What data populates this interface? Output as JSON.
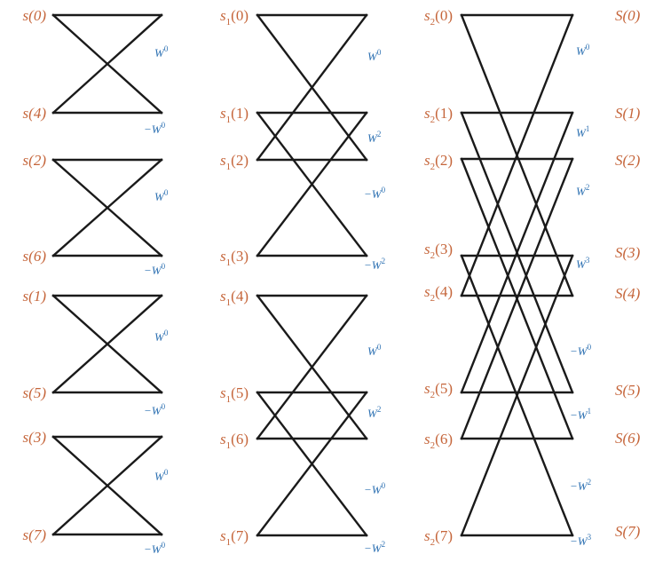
{
  "stage1": {
    "inputs": [
      "s(0)",
      "s(4)",
      "s(2)",
      "s(6)",
      "s(1)",
      "s(5)",
      "s(3)",
      "s(7)"
    ],
    "twiddles": [
      "W",
      "−W",
      "W",
      "−W",
      "W",
      "−W",
      "W",
      "−W"
    ],
    "exponents": [
      "0",
      "0",
      "0",
      "0",
      "0",
      "0",
      "0",
      "0"
    ]
  },
  "stage2": {
    "prefix": "s",
    "subscript": "1",
    "indices": [
      "(0)",
      "(1)",
      "(2)",
      "(3)",
      "(4)",
      "(5)",
      "(6)",
      "(7)"
    ],
    "twiddles": [
      "W",
      "W",
      "−W",
      "−W",
      "W",
      "W",
      "−W",
      "−W"
    ],
    "exponents": [
      "0",
      "2",
      "0",
      "2",
      "0",
      "2",
      "0",
      "2"
    ]
  },
  "stage3": {
    "prefix": "s",
    "subscript": "2",
    "indices": [
      "(0)",
      "(1)",
      "(2)",
      "(3)",
      "(4)",
      "(5)",
      "(6)",
      "(7)"
    ],
    "twiddles": [
      "W",
      "W",
      "W",
      "W",
      "−W",
      "−W",
      "−W",
      "−W"
    ],
    "exponents": [
      "0",
      "1",
      "2",
      "3",
      "0",
      "1",
      "2",
      "3"
    ]
  },
  "outputs": [
    "S(0)",
    "S(1)",
    "S(2)",
    "S(3)",
    "S(4)",
    "S(5)",
    "S(6)",
    "S(7)"
  ],
  "colors": {
    "label": "#c5653a",
    "twiddle": "#2f72b3",
    "line": "#1a1a1a"
  }
}
